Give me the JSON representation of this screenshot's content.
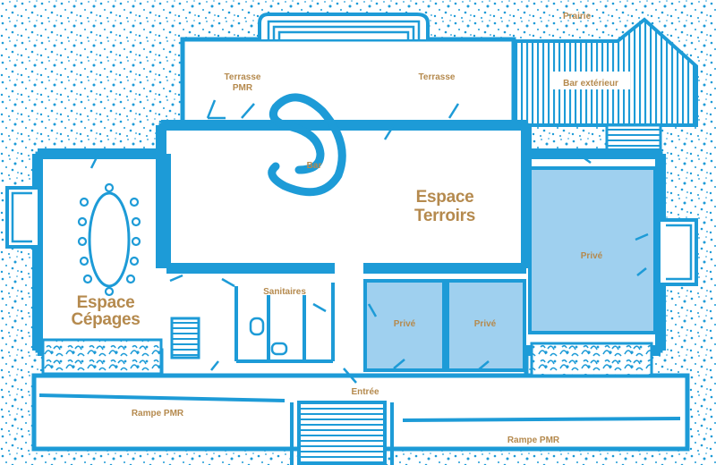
{
  "colors": {
    "primary": "#1d9bd7",
    "private_fill": "#9fd0ef",
    "label": "#b58a4e",
    "background": "#ffffff"
  },
  "labels": {
    "prairie": "Prairie",
    "terrasse_pmr_line1": "Terrasse",
    "terrasse_pmr_line2": "PMR",
    "terrasse": "Terrasse",
    "bar_exterieur": "Bar extérieur",
    "bar": "Bar",
    "espace_terroirs_line1": "Espace",
    "espace_terroirs_line2": "Terroirs",
    "prive_large": "Privé",
    "prive_left": "Privé",
    "prive_mid": "Privé",
    "sanitaires": "Sanitaires",
    "espace_cepages_line1": "Espace",
    "espace_cepages_line2": "Cépages",
    "entree": "Entrée",
    "rampe_pmr_left": "Rampe PMR",
    "rampe_pmr_right": "Rampe PMR"
  }
}
